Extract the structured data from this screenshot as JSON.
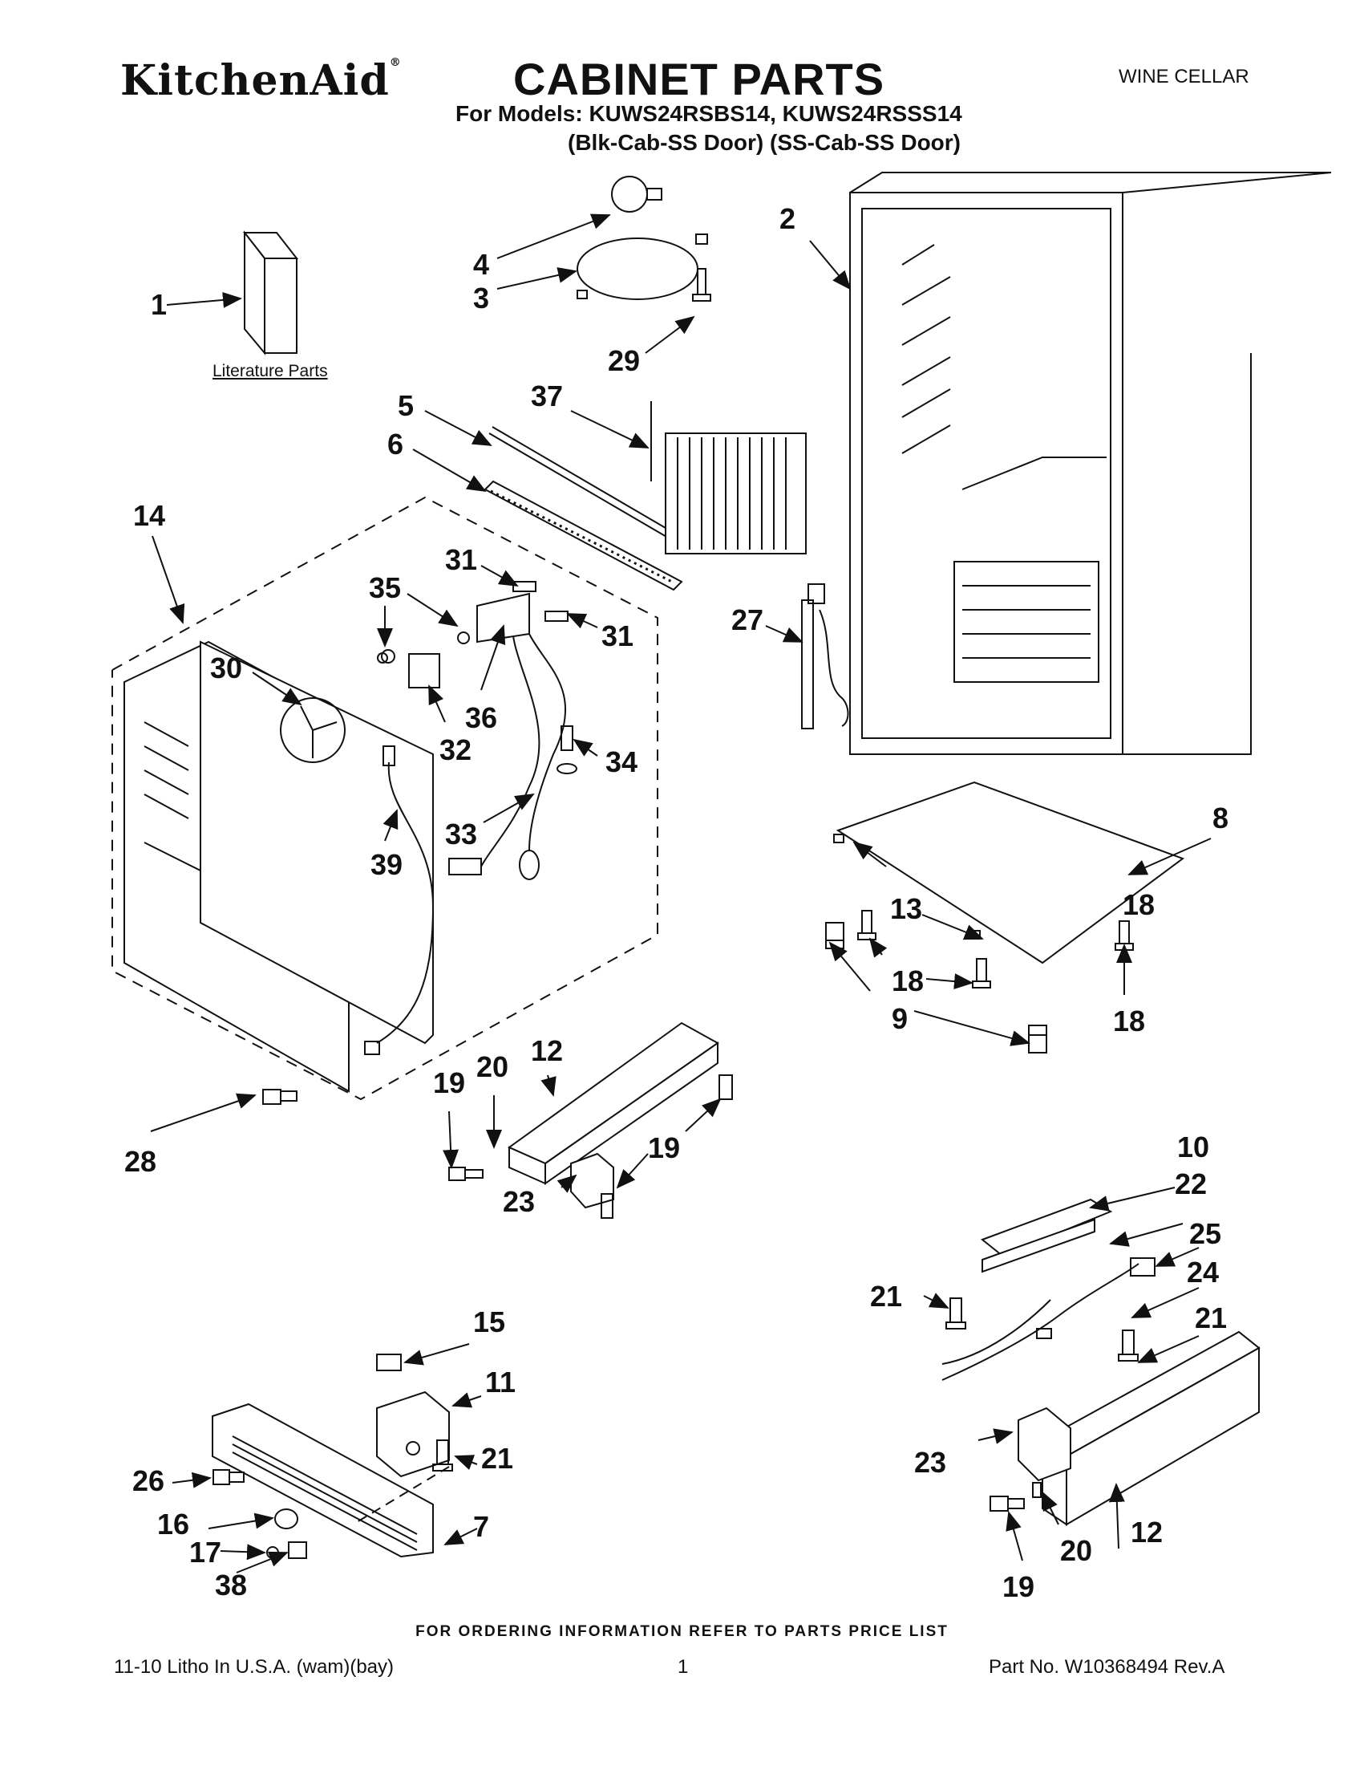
{
  "header": {
    "brand": "KitchenAid",
    "brand_mark": "®",
    "title": "CABINET PARTS",
    "category": "WINE CELLAR",
    "models_line": "For Models: KUWS24RSBS14, KUWS24RSSS14",
    "doors_line": "(Blk-Cab-SS Door) (SS-Cab-SS Door)"
  },
  "literature_label": "Literature Parts",
  "callouts": [
    "1",
    "2",
    "3",
    "4",
    "29",
    "5",
    "6",
    "37",
    "14",
    "31",
    "35",
    "31",
    "30",
    "36",
    "32",
    "34",
    "27",
    "33",
    "39",
    "8",
    "13",
    "9",
    "18",
    "18",
    "18",
    "12",
    "20",
    "19",
    "28",
    "19",
    "23",
    "10",
    "22",
    "25",
    "24",
    "21",
    "21",
    "15",
    "11",
    "21",
    "23",
    "26",
    "7",
    "16",
    "17",
    "38",
    "12",
    "19",
    "20"
  ],
  "footer": {
    "note": "FOR ORDERING INFORMATION REFER TO PARTS PRICE LIST",
    "left": "11-10 Litho In U.S.A. (wam)(bay)",
    "page": "1",
    "part_no": "Part No. W10368494 Rev.A"
  }
}
